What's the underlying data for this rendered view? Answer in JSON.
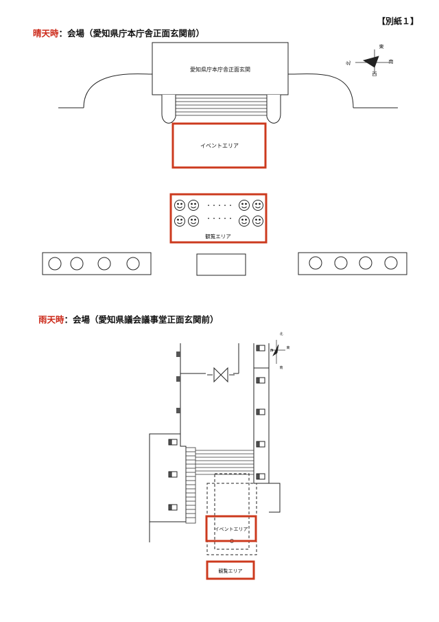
{
  "document": {
    "attachment_label": "【別紙１】"
  },
  "sunny": {
    "weather": "晴天時",
    "venue_text": "：会場（愛知県庁本庁舎正面玄関前）",
    "building_label": "愛知県庁本庁舎正面玄関",
    "event_area_label": "イベントエリア",
    "viewing_area_label": "観覧エリア",
    "dots": "・・・・・",
    "compass": {
      "north": "北",
      "east": "東",
      "south": "南",
      "west": "西"
    }
  },
  "rainy": {
    "weather": "雨天時",
    "venue_text": "：会場（愛知県議会議事堂正面玄関前）",
    "event_area_label": "イベントエリア",
    "viewing_area_label": "観覧エリア",
    "compass": {
      "north": "北",
      "east": "東",
      "south": "南",
      "west": "西"
    }
  },
  "colors": {
    "accent_red": "#cc3a1e",
    "title_red": "#cc2a1a",
    "line": "#222222"
  }
}
